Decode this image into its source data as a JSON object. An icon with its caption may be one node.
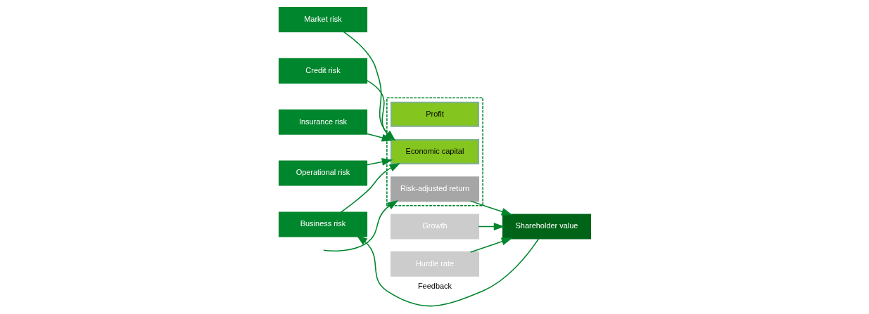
{
  "diagram": {
    "nodes": [
      {
        "text": [
          "Market risk"
        ]
      },
      {
        "text": [
          "Credit risk"
        ]
      },
      {
        "text": [
          "Insurance risk"
        ]
      },
      {
        "text": [
          "Operational risk"
        ]
      },
      {
        "text": [
          "Business risk"
        ]
      },
      {
        "text": [],
        "shape": "box"
      },
      {
        "text": [
          "Profit"
        ],
        "in": 5
      },
      {
        "text": [
          "Economic capital"
        ],
        "in": 5
      },
      {
        "text": [
          "Risk-adjusted return"
        ],
        "in": 5
      },
      {
        "text": [
          "Growth"
        ]
      },
      {
        "text": [
          "Hurdle rate"
        ]
      },
      {
        "text": [
          "Shareholder value"
        ]
      }
    ],
    "edges": [
      {
        "from": 0,
        "to": 7,
        "arrow": "to"
      },
      {
        "from": 1,
        "to": 7,
        "arrow": "to"
      },
      {
        "from": 2,
        "to": 7,
        "arrow": "to"
      },
      {
        "from": 3,
        "to": 7,
        "arrow": "to"
      },
      {
        "from": 4,
        "to": 7,
        "arrow": "to"
      },
      {
        "from": null,
        "to": 8,
        "arrow": "to"
      },
      {
        "from": 9,
        "to": 11,
        "arrow": "to"
      },
      {
        "from": 8,
        "to": 11,
        "arrow": "to"
      },
      {
        "from": 10,
        "to": 11,
        "arrow": "to"
      },
      {
        "from": 11,
        "to": 4,
        "label": "Feedback",
        "arrow": "to"
      }
    ]
  }
}
